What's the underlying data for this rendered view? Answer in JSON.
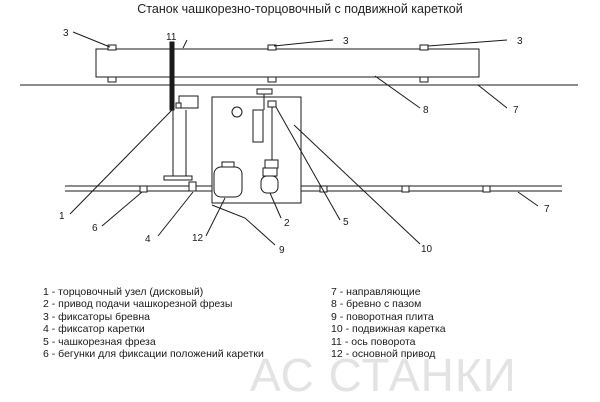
{
  "title": "Станок чашкорезно-торцовочный с подвижной кареткой",
  "callouts": [
    "1",
    "2",
    "3",
    "3",
    "3",
    "4",
    "5",
    "6",
    "7",
    "7",
    "8",
    "9",
    "10",
    "11",
    "12"
  ],
  "legend_left": [
    "1 - торцовочный узел (дисковый)",
    "2 - привод подачи чашкорезной фрезы",
    "3 - фиксаторы бревна",
    "4 - фиксатор каретки",
    "5 - чашкорезная фреза",
    "6 - бегунки для фиксации положений каретки"
  ],
  "legend_right": [
    "7 - направляющие",
    "8 - бревно с пазом",
    "9 - поворотная плита",
    "10 - подвижная каретка",
    "11 - ось поворота",
    "12 - основной привод"
  ],
  "watermark": "АС СТАНКИ"
}
